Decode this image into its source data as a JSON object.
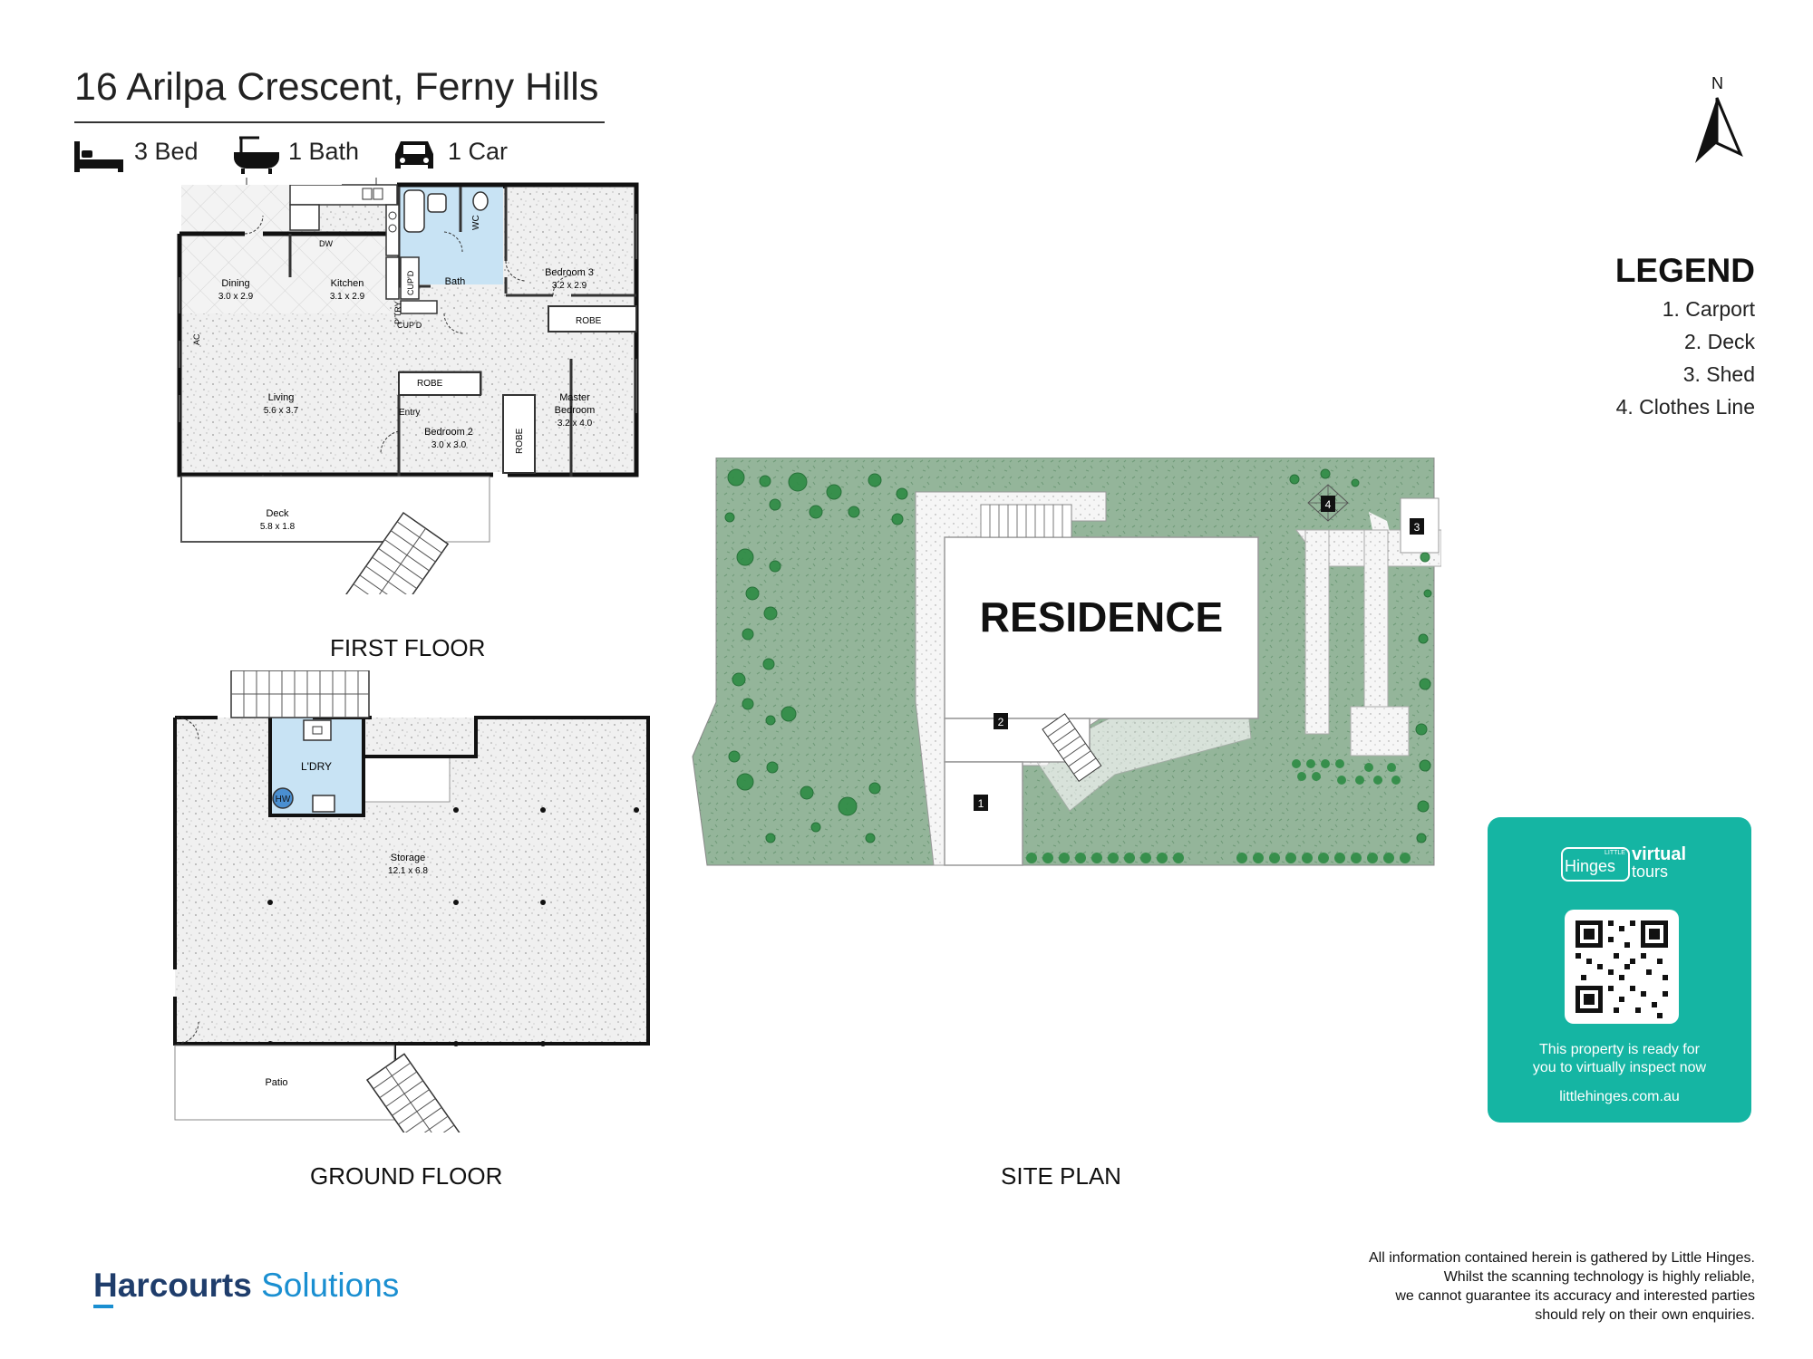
{
  "header": {
    "address": "16 Arilpa Crescent, Ferny Hills",
    "features": [
      {
        "icon": "bed-icon",
        "label": "3 Bed"
      },
      {
        "icon": "bath-icon",
        "label": "1 Bath"
      },
      {
        "icon": "car-icon",
        "label": "1 Car"
      }
    ]
  },
  "compass": {
    "label": "N"
  },
  "first_floor": {
    "label": "FIRST FLOOR",
    "rooms": {
      "dining": {
        "name": "Dining",
        "size": "3.0 x 2.9"
      },
      "kitchen": {
        "name": "Kitchen",
        "size": "3.1 x 2.9"
      },
      "bath": {
        "name": "Bath"
      },
      "bedroom3": {
        "name": "Bedroom 3",
        "size": "3.2 x 2.9"
      },
      "living": {
        "name": "Living",
        "size": "5.6 x 3.7"
      },
      "bedroom2": {
        "name": "Bedroom 2",
        "size": "3.0 x 3.0"
      },
      "master": {
        "name1": "Master",
        "name2": "Bedroom",
        "size": "3.2 x 4.0"
      },
      "deck": {
        "name": "Deck",
        "size": "5.8 x 1.8"
      }
    },
    "labels": {
      "dw": "DW",
      "wc": "WC",
      "ptry": "P'TRY",
      "cupd": "CUP'D",
      "robe": "ROBE",
      "ac": "AC",
      "entry": "Entry"
    }
  },
  "ground_floor": {
    "label": "GROUND FLOOR",
    "rooms": {
      "laundry": {
        "name": "L'DRY"
      },
      "storage": {
        "name": "Storage",
        "size": "12.1 x 6.8"
      },
      "patio": {
        "name": "Patio"
      }
    },
    "labels": {
      "hw": "HW"
    }
  },
  "site_plan": {
    "label": "SITE PLAN",
    "residence": "RESIDENCE",
    "markers": [
      "1",
      "2",
      "3",
      "4"
    ]
  },
  "legend": {
    "title": "LEGEND",
    "items": [
      "1. Carport",
      "2. Deck",
      "3. Shed",
      "4. Clothes Line"
    ]
  },
  "virtual_tours": {
    "brand_small": "LITTLE",
    "brand": "Hinges",
    "product1": "virtual",
    "product2": "tours",
    "message1": "This property is ready for",
    "message2": "you to virtually inspect now",
    "url": "littlehinges.com.au"
  },
  "footer": {
    "brand_bold": "Harcourts",
    "brand_light": "Solutions",
    "disclaimer": [
      "All information contained herein is gathered by Little Hinges.",
      "Whilst the scanning technology is highly reliable,",
      "we cannot guarantee its accuracy and interested parties",
      "should rely on their own enquiries."
    ]
  },
  "colors": {
    "site_green": "#94b59a",
    "tree_green": "#2e8b44",
    "card_teal": "#15b5a3",
    "wet_area_blue": "#c8e3f4",
    "brand_navy": "#1f3d6b",
    "brand_blue": "#1a8fd1"
  }
}
